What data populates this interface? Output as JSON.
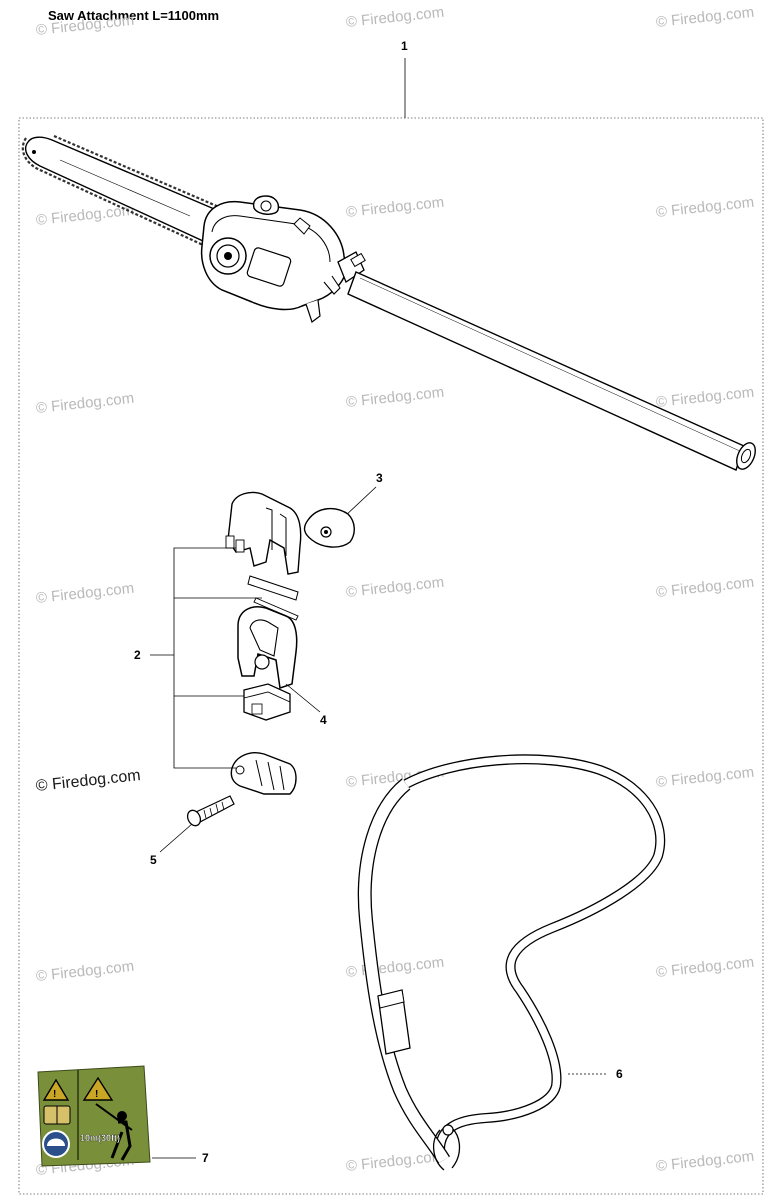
{
  "title": "Saw Attachment L=1100mm",
  "watermark": "© Firedog.com",
  "callouts": {
    "c1": "1",
    "c2": "2",
    "c3": "3",
    "c4": "4",
    "c5": "5",
    "c6": "6",
    "c7": "7"
  },
  "decal": {
    "distance_text": "10m(30ft)",
    "colors": {
      "background": "#7a8f3a",
      "sign": "#c9a623",
      "badge": "#2b4f8a"
    }
  }
}
